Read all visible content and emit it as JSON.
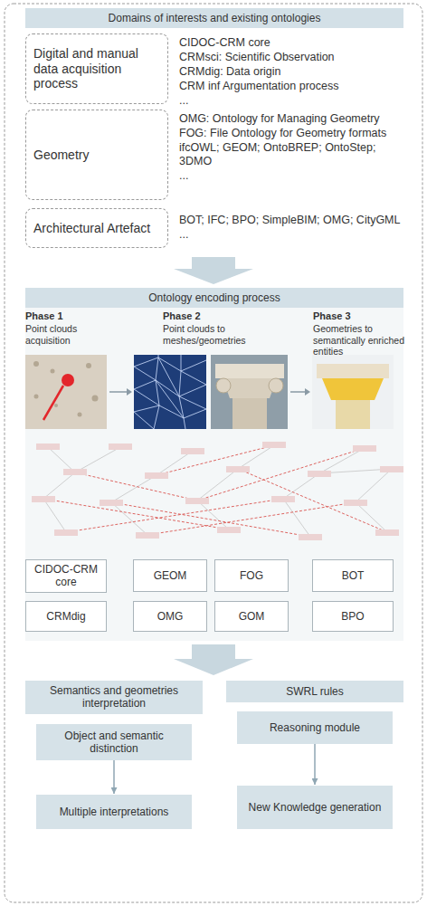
{
  "diagram": {
    "nodes": [
      {
        "text": [
          "Domains of interests and existing ontologies"
        ]
      },
      {
        "text": [
          "Digital and manual data acquisition process"
        ]
      },
      {
        "text": [
          "Geometry"
        ]
      },
      {
        "text": [
          "Architectural Artefact"
        ]
      },
      {
        "text": [
          "Ontology encoding process"
        ]
      },
      {
        "text": [
          "CIDOC-CRM core"
        ]
      },
      {
        "text": [
          "GEOM"
        ]
      },
      {
        "text": [
          "FOG"
        ]
      },
      {
        "text": [
          "BOT"
        ]
      },
      {
        "text": [
          "CRMdig"
        ]
      },
      {
        "text": [
          "OMG"
        ]
      },
      {
        "text": [
          "GOM"
        ]
      },
      {
        "text": [
          "BPO"
        ]
      },
      {
        "text": [
          "Semantics and geometries interpretation"
        ]
      },
      {
        "text": [
          "Object and semantic distinction"
        ]
      },
      {
        "text": [
          "Multiple interpretations"
        ]
      },
      {
        "text": [
          "SWRL rules"
        ]
      },
      {
        "text": [
          "Reasoning module"
        ]
      },
      {
        "text": [
          "New Knowledge generation"
        ]
      }
    ],
    "edges": [
      {
        "from": 14,
        "to": 15,
        "arrow": "to"
      },
      {
        "from": 17,
        "to": 18,
        "arrow": "to"
      }
    ],
    "labels": [
      "CIDOC-CRM core",
      "CRMsci: Scientific Observation",
      "CRMdig: Data origin",
      "CRM inf Argumentation process",
      "...",
      "OMG: Ontology for Managing Geometry",
      "FOG: File Ontology for Geometry formats",
      "ifcOWL; GEOM; OntoBREP; OntoStep; 3DMO",
      "...",
      "BOT; IFC; BPO; SimpleBIM; OMG; CityGML",
      "...",
      "Phase 1",
      "Point clouds acquisition",
      "Phase 2",
      "Point clouds to meshes/geometries",
      "Phase 3",
      "Geometries to semantically enriched entities"
    ]
  }
}
